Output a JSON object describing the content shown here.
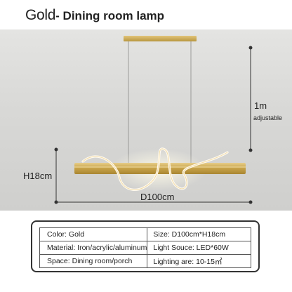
{
  "header": {
    "title_gold": "Gold",
    "title_rest": "- Dining room lamp"
  },
  "dimensions": {
    "hanging_length": "1m",
    "hanging_note": "adjustable",
    "height": "H18cm",
    "width": "D100cm"
  },
  "colors": {
    "accent_gold": "#c9a44a",
    "canopy_gold": "#d4b25e",
    "dimension_dot": "#333333"
  },
  "specs": {
    "rows": [
      {
        "left": "Color: Gold",
        "right": "Size: D100cm*H18cm"
      },
      {
        "left": "Material: Iron/acrylic/aluminum",
        "right": "Light Souce: LED*60W"
      },
      {
        "left": "Space: Dining room/porch",
        "right": "Lighting are: 10-15㎡"
      }
    ]
  }
}
